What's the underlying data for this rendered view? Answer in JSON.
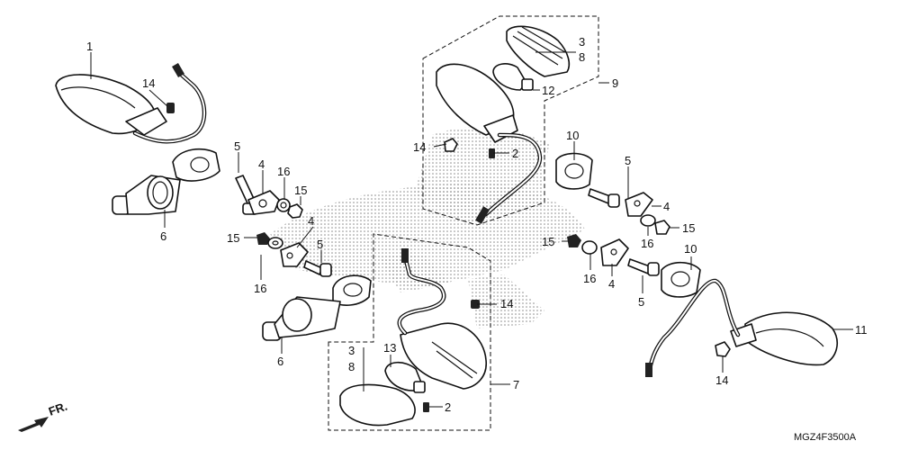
{
  "diagram_code": "MGZ4F3500A",
  "front_indicator": "FR.",
  "callouts": [
    "1",
    "14",
    "5",
    "4",
    "16",
    "15",
    "6",
    "15",
    "4",
    "5",
    "16",
    "6",
    "3",
    "8",
    "13",
    "2",
    "14",
    "7",
    "3",
    "8",
    "12",
    "9",
    "14",
    "2",
    "10",
    "5",
    "4",
    "16",
    "15",
    "15",
    "16",
    "4",
    "5",
    "10",
    "11",
    "14"
  ]
}
